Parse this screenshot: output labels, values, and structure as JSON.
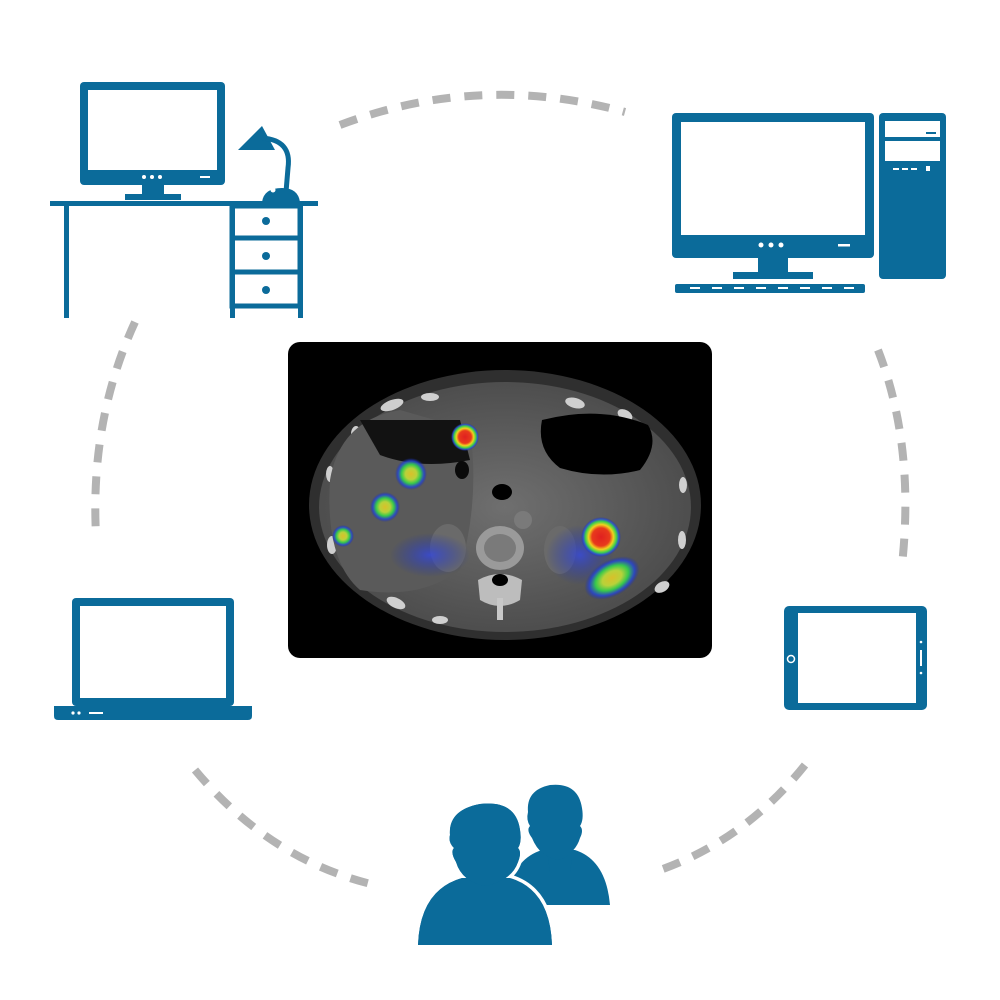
{
  "colors": {
    "brand": "#0b6b9a",
    "connector": "#b3b3b3",
    "scan_frame": "#000000",
    "screen_fill": "#ffffff"
  },
  "nodes": [
    {
      "name": "desk-workstation",
      "icon": "desk-with-monitor-and-lamp-icon"
    },
    {
      "name": "desktop-pc",
      "icon": "desktop-computer-with-tower-icon"
    },
    {
      "name": "laptop",
      "icon": "laptop-icon"
    },
    {
      "name": "tablet",
      "icon": "tablet-icon"
    },
    {
      "name": "users",
      "icon": "users-group-icon"
    }
  ],
  "center_image": {
    "icon": "ct-pet-fusion-scan-icon"
  }
}
